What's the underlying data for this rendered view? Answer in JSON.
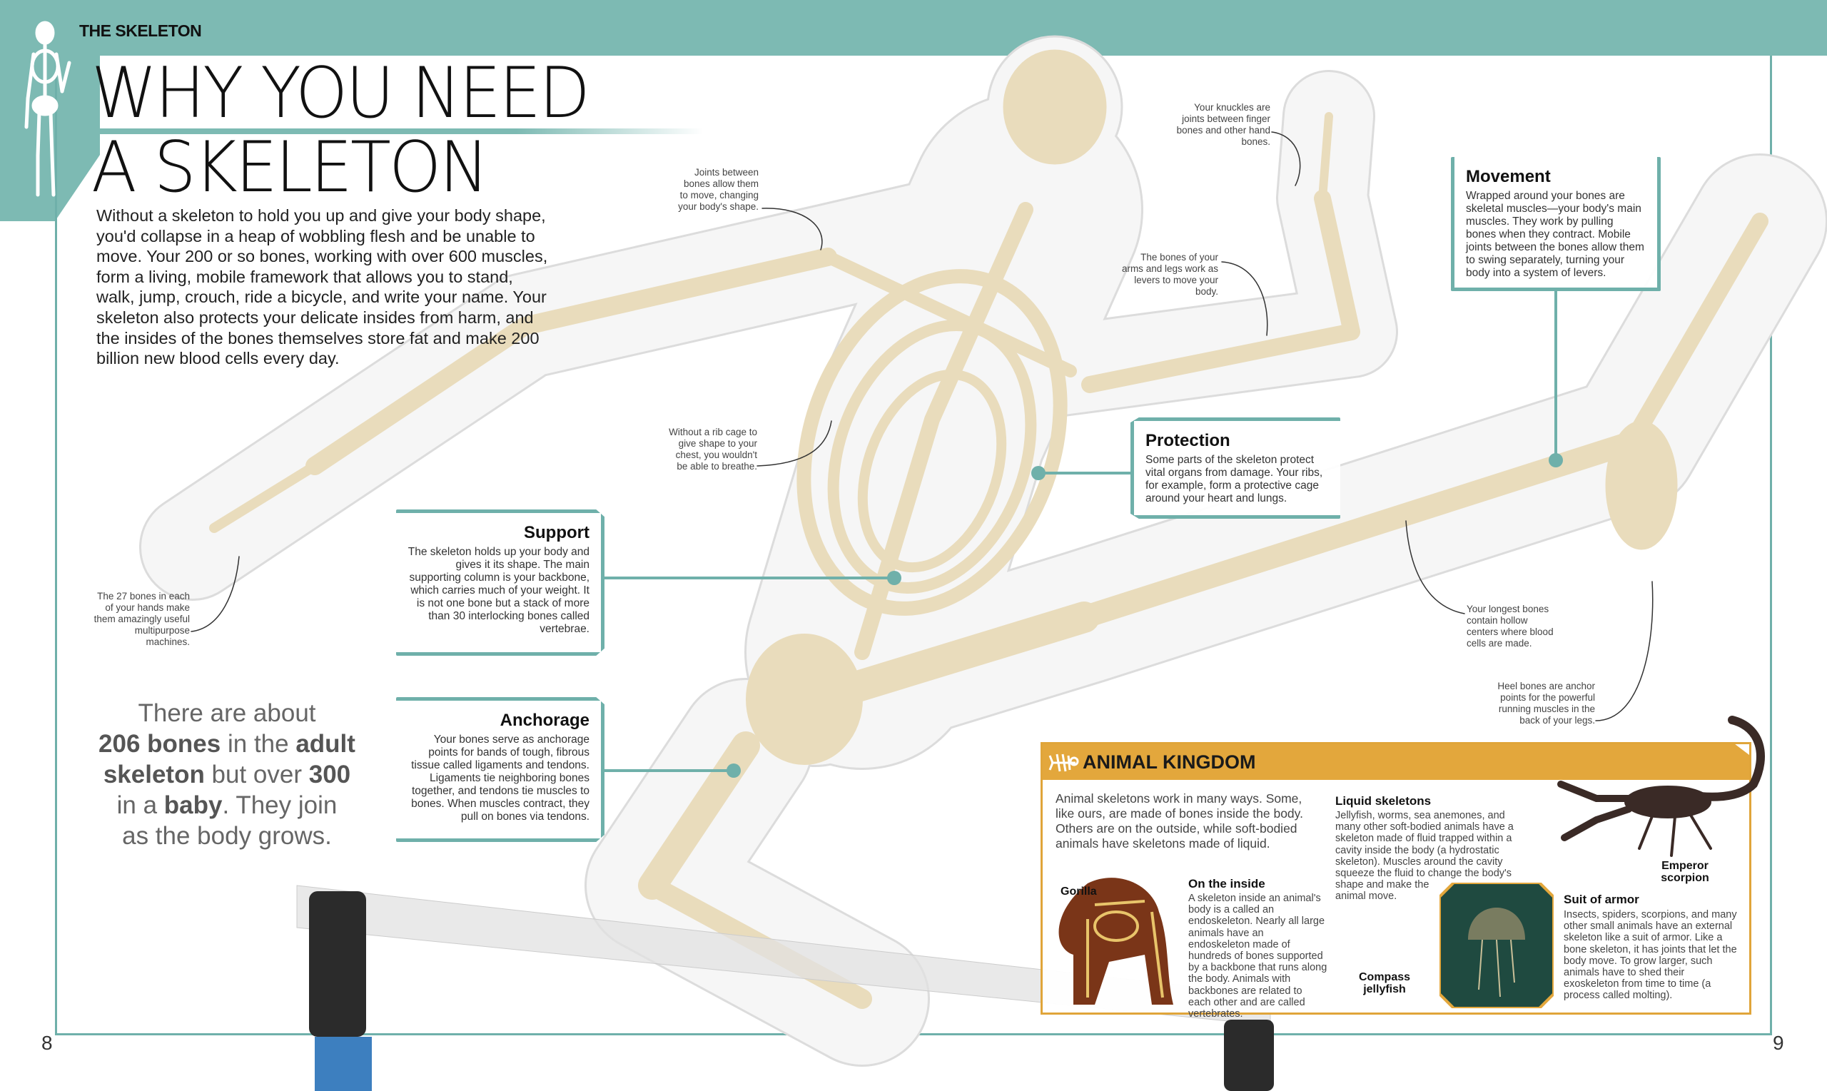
{
  "header": {
    "section": "THE SKELETON",
    "title_line1": "WHY YOU NEED",
    "title_line2": "A SKELETON"
  },
  "intro": "Without a skeleton to hold you up and give your body shape, you'd collapse in a heap of wobbling flesh and be unable to move. Your 200 or so bones, working with over 600 muscles, form a living, mobile framework that allows you to stand, walk, jump, crouch, ride a bicycle, and write your name. Your skeleton also protects your delicate insides from harm, and the insides of the bones themselves store fat and make 200 billion new blood cells every day.",
  "quote": {
    "p1": "There are about",
    "b1": "206 bones",
    "p2": " in the ",
    "b2": "adult",
    "b3": "skeleton",
    "p3": " but over ",
    "b4": "300",
    "p4": "in a ",
    "b5": "baby",
    "p5": ". They join",
    "p6": "as the body grows."
  },
  "boxes": {
    "support": {
      "title": "Support",
      "text": "The skeleton holds up your body and gives it its shape. The main supporting column is your backbone, which carries much of your weight. It is not one bone but a stack of more than 30 interlocking bones called vertebrae."
    },
    "anchorage": {
      "title": "Anchorage",
      "text": "Your bones serve as anchorage points for bands of tough, fibrous tissue called ligaments and tendons. Ligaments tie neighboring bones together, and tendons tie muscles to bones. When muscles contract, they pull on bones via tendons."
    },
    "protection": {
      "title": "Protection",
      "text": "Some parts of the skeleton protect vital organs from damage. Your ribs, for example, form a protective cage around your heart and lungs."
    },
    "movement": {
      "title": "Movement",
      "text": "Wrapped around your bones are skeletal muscles—your body's main muscles. They work by pulling bones when they contract. Mobile joints between the bones allow them to swing separately, turning your body into a system of levers."
    }
  },
  "notes": {
    "knuckles": "Your knuckles are joints between finger bones and other hand bones.",
    "levers": "The bones of your arms and legs work as levers to move your body.",
    "joints": "Joints between bones allow them to move, changing your body's shape.",
    "ribcage": "Without a rib cage to give shape to your chest, you wouldn't be able to breathe.",
    "hands": "The 27 bones in each of your hands make them amazingly useful multipurpose machines.",
    "longest": "Your longest bones contain hollow centers where blood cells are made.",
    "heel": "Heel bones are anchor points for the powerful running muscles in the back of your legs."
  },
  "animal_kingdom": {
    "title": "ANIMAL KINGDOM",
    "intro": "Animal skeletons work in many ways. Some, like ours, are made of bones inside the body. Others are on the outside, while soft-bodied animals have skeletons made of liquid.",
    "liquid": {
      "title": "Liquid skeletons",
      "text": "Jellyfish, worms, sea anemones, and many other soft-bodied animals have a skeleton made of fluid trapped within a cavity inside the body (a hydrostatic skeleton). Muscles around the cavity squeeze the fluid to change the body's shape and make the animal move."
    },
    "inside": {
      "title": "On the inside",
      "text": "A skeleton inside an animal's body is a called an endoskeleton. Nearly all large animals have an endoskeleton made of hundreds of bones supported by a backbone that runs along the body. Animals with backbones are related to each other and are called vertebrates."
    },
    "armor": {
      "title": "Suit of armor",
      "text": "Insects, spiders, scorpions, and many other small animals have an external skeleton like a suit of armor. Like a bone skeleton, it has joints that let the body move. To grow larger, such animals have to shed their exoskeleton from time to time (a process called molting)."
    },
    "labels": {
      "gorilla": "Gorilla",
      "jellyfish": "Compass jellyfish",
      "scorpion": "Emperor scorpion"
    }
  },
  "pages": {
    "left": "8",
    "right": "9"
  },
  "colors": {
    "teal": "#7dbab3",
    "gold": "#e3a73c",
    "bone": "#e9dcbc"
  }
}
